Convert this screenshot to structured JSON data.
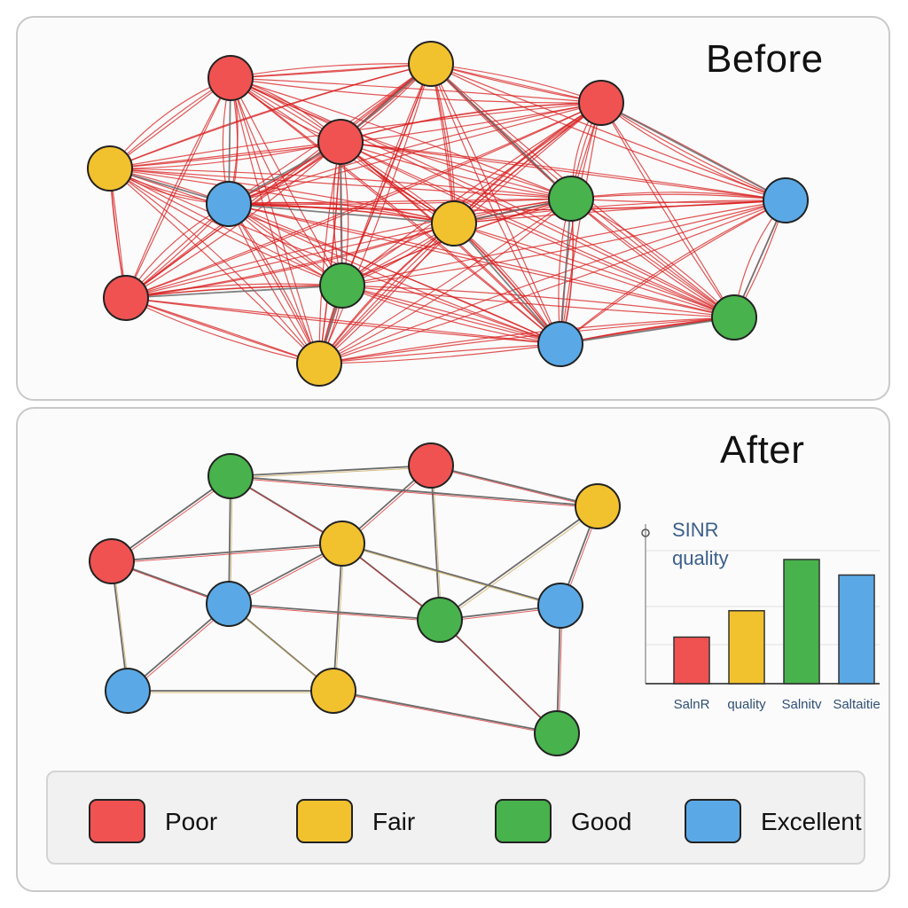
{
  "before": {
    "title": "Before"
  },
  "after": {
    "title": "After"
  },
  "colors": {
    "poor": "#f05252",
    "fair": "#f2c12e",
    "good": "#48b24c",
    "excellent": "#5aa9e6",
    "interference_edge": "#d81e1e",
    "link_edge": "#6b6b6b"
  },
  "legend": [
    {
      "key": "poor",
      "label": "Poor"
    },
    {
      "key": "fair",
      "label": "Fair"
    },
    {
      "key": "good",
      "label": "Good"
    },
    {
      "key": "excellent",
      "label": "Excellent"
    }
  ],
  "sinr_chart": {
    "title_line1": "SINR",
    "title_line2": "quality",
    "bars": [
      {
        "label": "SalnR",
        "key": "poor",
        "value": 0.3
      },
      {
        "label": "quality",
        "key": "fair",
        "value": 0.47
      },
      {
        "label": "Salnitv",
        "key": "good",
        "value": 0.8
      },
      {
        "label": "Saltaitie",
        "key": "excellent",
        "value": 0.7
      }
    ]
  }
}
